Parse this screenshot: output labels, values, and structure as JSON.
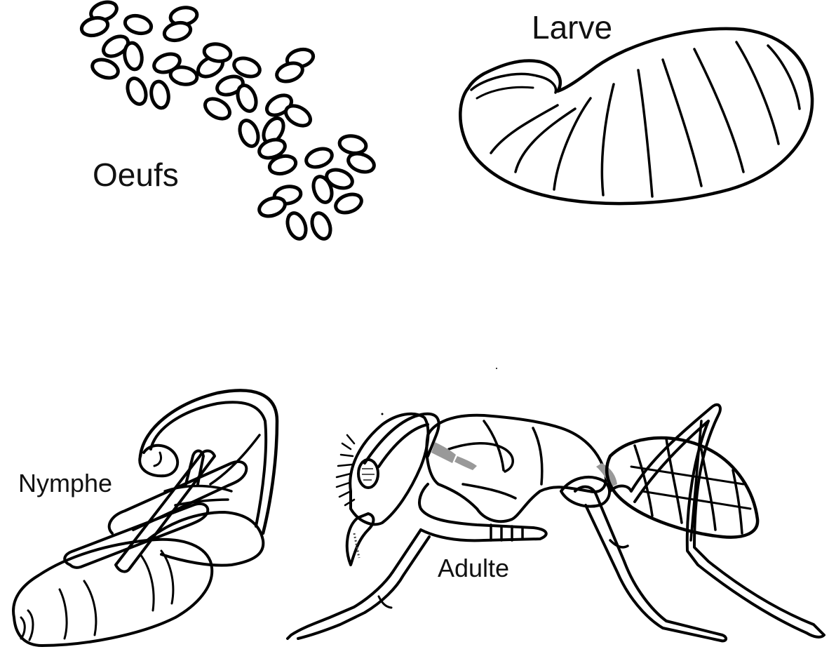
{
  "stages": {
    "eggs": {
      "label": "Oeufs"
    },
    "larva": {
      "label": "Larve"
    },
    "pupa": {
      "label": "Nymphe"
    },
    "adult": {
      "label": "Adulte"
    }
  },
  "colors": {
    "ink": "#000000",
    "background": "#ffffff"
  },
  "icons": [
    "egg-cluster-icon",
    "larva-icon",
    "pupa-icon",
    "adult-ant-icon"
  ]
}
